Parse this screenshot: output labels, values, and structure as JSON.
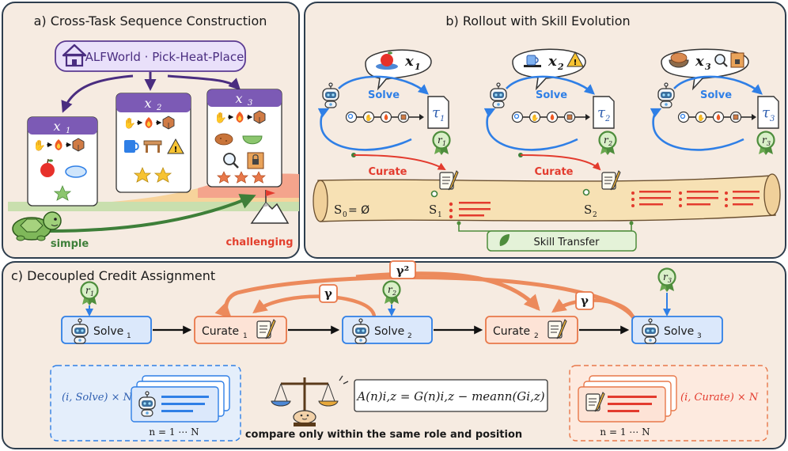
{
  "colors": {
    "panel_bg": "#f6ebe1",
    "panel_border": "#2e3e4e",
    "purple": "#5b3a91",
    "purple_light": "#d9cdf0",
    "blue": "#2f7fe6",
    "blue_light": "#dbe8fb",
    "orange": "#e8784a",
    "orange_light": "#fde3d6",
    "red": "#e33b2e",
    "green": "#4e8d3c",
    "green_badge": "#d9efc8",
    "scroll": "#f5deb0"
  },
  "panel_a": {
    "title": "a) Cross-Task Sequence Construction",
    "header_label": "ALFWorld · Pick-Heat-Place",
    "tasks": [
      {
        "label": "x",
        "sub": "1",
        "stars": 1
      },
      {
        "label": "x",
        "sub": "2",
        "stars": 2
      },
      {
        "label": "x",
        "sub": "3",
        "stars": 3
      }
    ],
    "simple_label": "simple",
    "challenging_label": "challenging"
  },
  "panel_b": {
    "title": "b)   Rollout with Skill Evolution",
    "solve_label": "Solve",
    "curate_label": "Curate",
    "groups": [
      {
        "x": "x",
        "xsub": "1",
        "tau": "τ",
        "tausub": "1",
        "r": "r",
        "rsub": "1"
      },
      {
        "x": "x",
        "xsub": "2",
        "tau": "τ",
        "tausub": "2",
        "r": "r",
        "rsub": "2"
      },
      {
        "x": "x",
        "xsub": "3",
        "tau": "τ",
        "tausub": "3",
        "r": "r",
        "rsub": "3"
      }
    ],
    "s0_label": "S",
    "s0_sub": "0",
    "s0_rest": " = Ø",
    "s1_label": "S",
    "s1_sub": "1",
    "s2_label": "S",
    "s2_sub": "2",
    "skill_transfer": "Skill Transfer"
  },
  "panel_c": {
    "title": "c) Decoupled Credit Assignment",
    "nodes": [
      {
        "name": "Solve",
        "sub": "1"
      },
      {
        "name": "Curate",
        "sub": "1"
      },
      {
        "name": "Solve",
        "sub": "2"
      },
      {
        "name": "Curate",
        "sub": "2"
      },
      {
        "name": "Solve",
        "sub": "3"
      }
    ],
    "rewards": [
      {
        "r": "r",
        "sub": "1"
      },
      {
        "r": "r",
        "sub": "2"
      },
      {
        "r": "r",
        "sub": "3"
      }
    ],
    "gamma": "γ",
    "gamma2": "γ²",
    "solve_group_label": "(i, Solve) × N",
    "curate_group_label": "(i, Curate) × N",
    "group_index": "n = 1 ⋯ N",
    "formula": "A(n)i,z = G(n)i,z − meann(Gi,z)",
    "caption": "compare only within the same role and position"
  }
}
